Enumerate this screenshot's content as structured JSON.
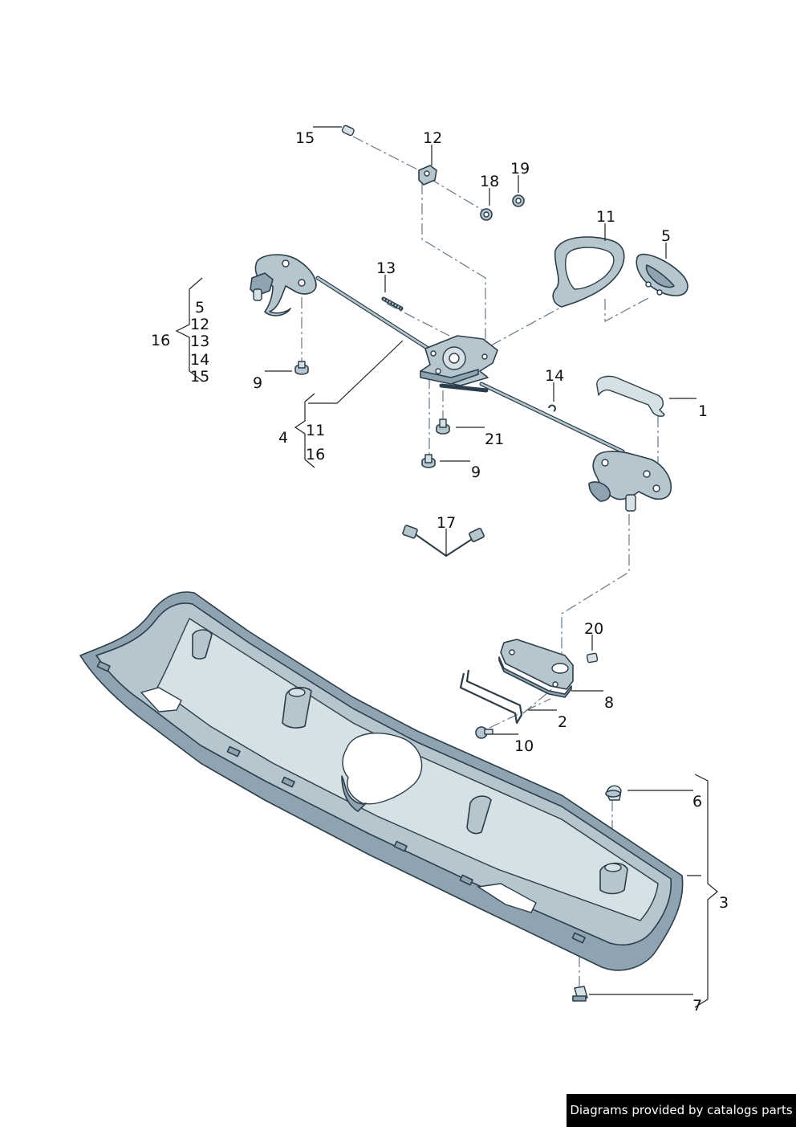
{
  "footer": {
    "text": "Diagrams provided by catalogs parts"
  },
  "callouts": {
    "c15a": "15",
    "c12": "12",
    "c18": "18",
    "c19": "19",
    "c11": "11",
    "c5": "5",
    "c13": "13",
    "c16": "16",
    "g16_5": "5",
    "g16_12": "12",
    "g16_13": "13",
    "g16_14": "14",
    "g16_15": "15",
    "c9a": "9",
    "c14": "14",
    "c1": "1",
    "c4": "4",
    "g4_11": "11",
    "g4_16": "16",
    "c21": "21",
    "c9b": "9",
    "c17": "17",
    "c20": "20",
    "c8": "8",
    "c2": "2",
    "c10": "10",
    "c6": "6",
    "c3": "3",
    "c7": "7"
  }
}
